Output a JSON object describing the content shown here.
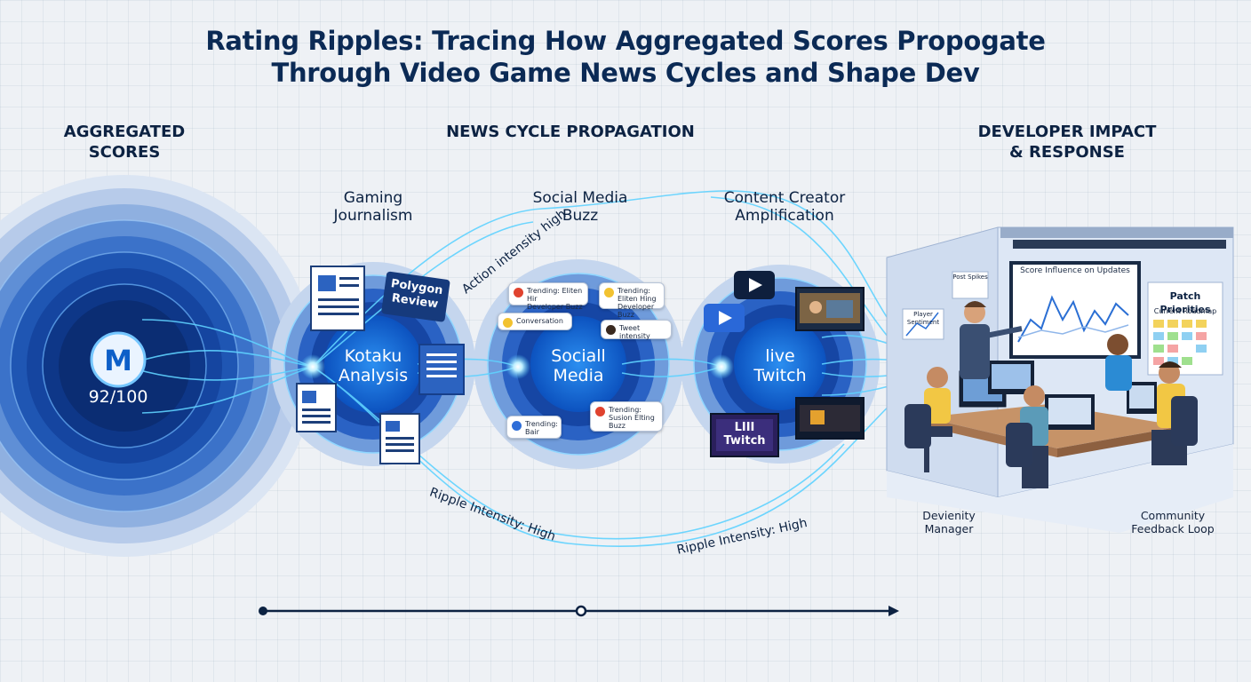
{
  "title_line1": "Rating Ripples: Tracing How Aggregated Scores Propogate",
  "title_line2": "Through Video Game News Cycles and Shape Dev",
  "sections": {
    "aggregated": [
      "AGGREGATED",
      "SCORES"
    ],
    "news": "NEWS CYCLE PROPAGATION",
    "developer": [
      "DEVELOPER IMPACT",
      "& RESPONSE"
    ]
  },
  "score": {
    "logo_letter": "M",
    "value": "92/100"
  },
  "stages": {
    "journalism": [
      "Gaming",
      "Journalism"
    ],
    "social": [
      "Social Media",
      "Buzz"
    ],
    "creator": [
      "Content Creator",
      "Amplification"
    ]
  },
  "hubs": {
    "journalism": [
      "Kotaku",
      "Analysis"
    ],
    "social": [
      "Sociall",
      "Media"
    ],
    "creator": [
      "live",
      "Twitch"
    ]
  },
  "polygon": [
    "Polygon",
    "Review"
  ],
  "social_cards": [
    [
      "Trending: Eliten Hir",
      "Developer Buzz"
    ],
    [
      "Trending: Eliten Hing",
      "Developer Buzz"
    ],
    [
      "Conversation"
    ],
    [
      "Tweet intensity"
    ],
    [
      "Trending:",
      "Bair"
    ],
    [
      "Trending:",
      "Susion Elting",
      "Buzz"
    ]
  ],
  "twitch_panel": [
    "LIII",
    "Twitch"
  ],
  "ripple_labels": {
    "top": "Action intensity high",
    "middle": "Ripple Intensity: High",
    "bottom": "Ripple Intensity: High"
  },
  "office": {
    "screen_title": "Score Influence on Updates",
    "board_title": "Patch Priorities",
    "board_subtitle": "Current Roadmap",
    "wall_note_1": "Post Spikes",
    "wall_note_2": "Player Sentiment"
  },
  "developer_labels": {
    "manager": [
      "Devienity",
      "Manager"
    ],
    "feedback": [
      "Community",
      "Feedback Loop"
    ]
  },
  "colors": {
    "navy": "#0b2a55",
    "glow": "#5fd2ff",
    "blue": "#1e66c8"
  }
}
